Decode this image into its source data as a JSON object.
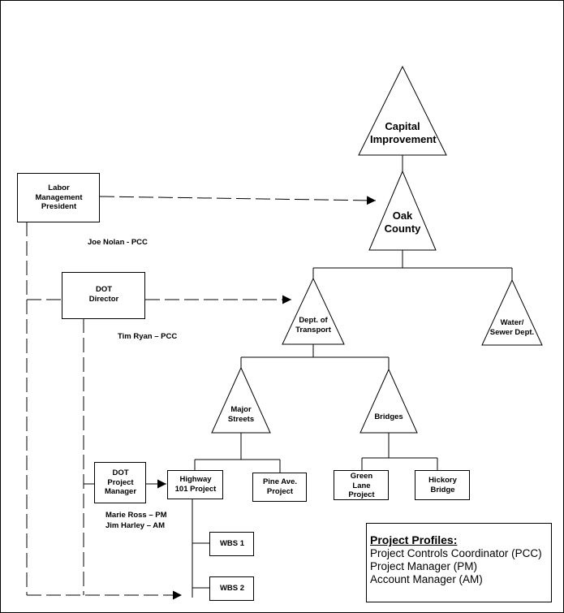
{
  "triangles": {
    "capital": "Capital\nImprovement",
    "oak": "Oak\nCounty",
    "dot": "Dept. of\nTransport",
    "water": "Water/\nSewer Dept.",
    "major": "Major\nStreets",
    "bridges": "Bridges"
  },
  "boxes": {
    "labor": "Labor\nManagement\nPresident",
    "dot_director": "DOT\nDirector",
    "dot_pm": "DOT\nProject\nManager",
    "hwy": "Highway\n101 Project",
    "pine": "Pine Ave.\nProject",
    "green": "Green\nLane\nProject",
    "hickory": "Hickory\nBridge",
    "wbs1": "WBS 1",
    "wbs2": "WBS 2"
  },
  "people": {
    "joe": "Joe Nolan - PCC",
    "tim": "Tim Ryan – PCC",
    "marie": "Marie Ross – PM",
    "jim": "Jim Harley  – AM"
  },
  "legend": {
    "title": "Project Profiles:",
    "items": [
      "Project Controls Coordinator (PCC)",
      "Project Manager (PM)",
      "Account Manager (AM)"
    ]
  }
}
